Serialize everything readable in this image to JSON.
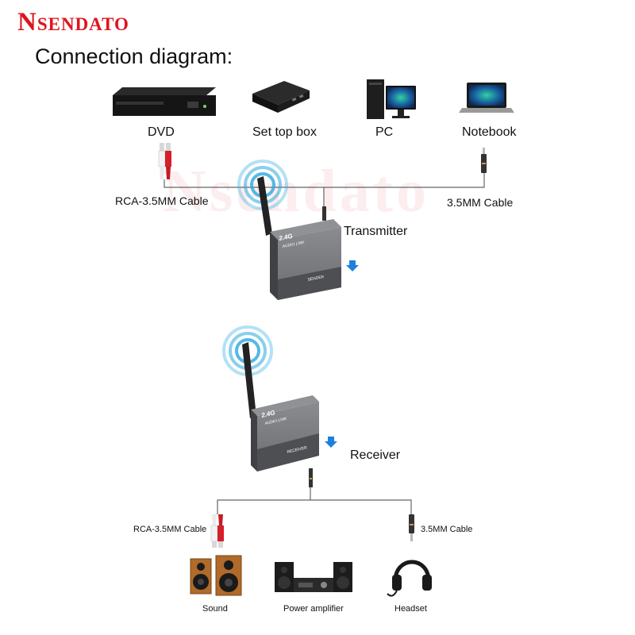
{
  "brand": "Nsendato",
  "heading": "Connection diagram:",
  "sources": {
    "dvd": "DVD",
    "set_top_box": "Set top box",
    "pc": "PC",
    "notebook": "Notebook"
  },
  "transmitter": {
    "label": "Transmitter",
    "left_cable": "RCA-3.5MM Cable",
    "right_cable": "3.5MM Cable",
    "device_band": "2.4G",
    "device_subtitle": "AUDIO LINK",
    "device_role": "SENDER"
  },
  "receiver": {
    "label": "Receiver",
    "left_cable": "RCA-3.5MM Cable",
    "right_cable": "3.5MM Cable",
    "device_band": "2.4G",
    "device_subtitle": "AUDIO LINK",
    "device_role": "RECEIVER"
  },
  "outputs": {
    "sound": "Sound",
    "power_amplifier": "Power amplifier",
    "headset": "Headset"
  },
  "watermark": "Nsendato",
  "colors": {
    "brand_red": "#e0141e",
    "device_gray": "#5f6165",
    "signal_blue": "#29a8e0",
    "arrow_blue": "#1e7fe0"
  }
}
